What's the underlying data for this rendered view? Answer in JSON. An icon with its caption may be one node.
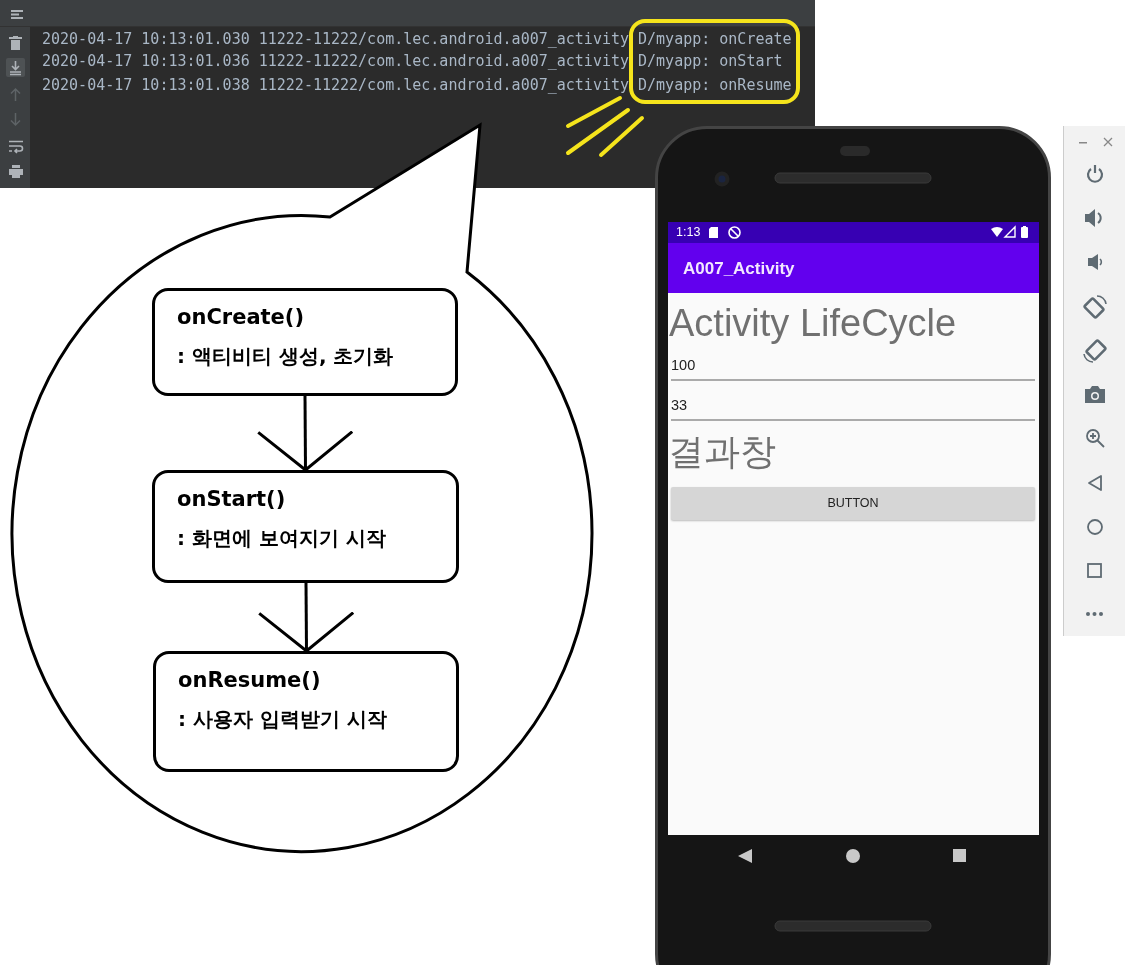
{
  "diagram": {
    "nodes": [
      {
        "text": [
          "onCreate()",
          ": 액티비티 생성, 초기화"
        ]
      },
      {
        "text": [
          "onStart()",
          ": 화면에 보여지기 시작"
        ]
      },
      {
        "text": [
          "onResume()",
          ": 사용자 입력받기 시작"
        ]
      }
    ],
    "edges": [
      {
        "from": 0,
        "to": 1,
        "arrow": "to"
      },
      {
        "from": 1,
        "to": 2,
        "arrow": "to"
      }
    ],
    "labels": [
      "2020-04-17 10:13:01.030 11222-11222/com.lec.android.a007_activity D/myapp: onCreate",
      "2020-04-17 10:13:01.036 11222-11222/com.lec.android.a007_activity D/myapp: onStart",
      "2020-04-17 10:13:01.038 11222-11222/com.lec.android.a007_activity D/myapp: onResume",
      "1:13",
      "A007_Activity",
      "Activity LifeCycle",
      "100",
      "33",
      "결과창",
      "BUTTON"
    ]
  }
}
